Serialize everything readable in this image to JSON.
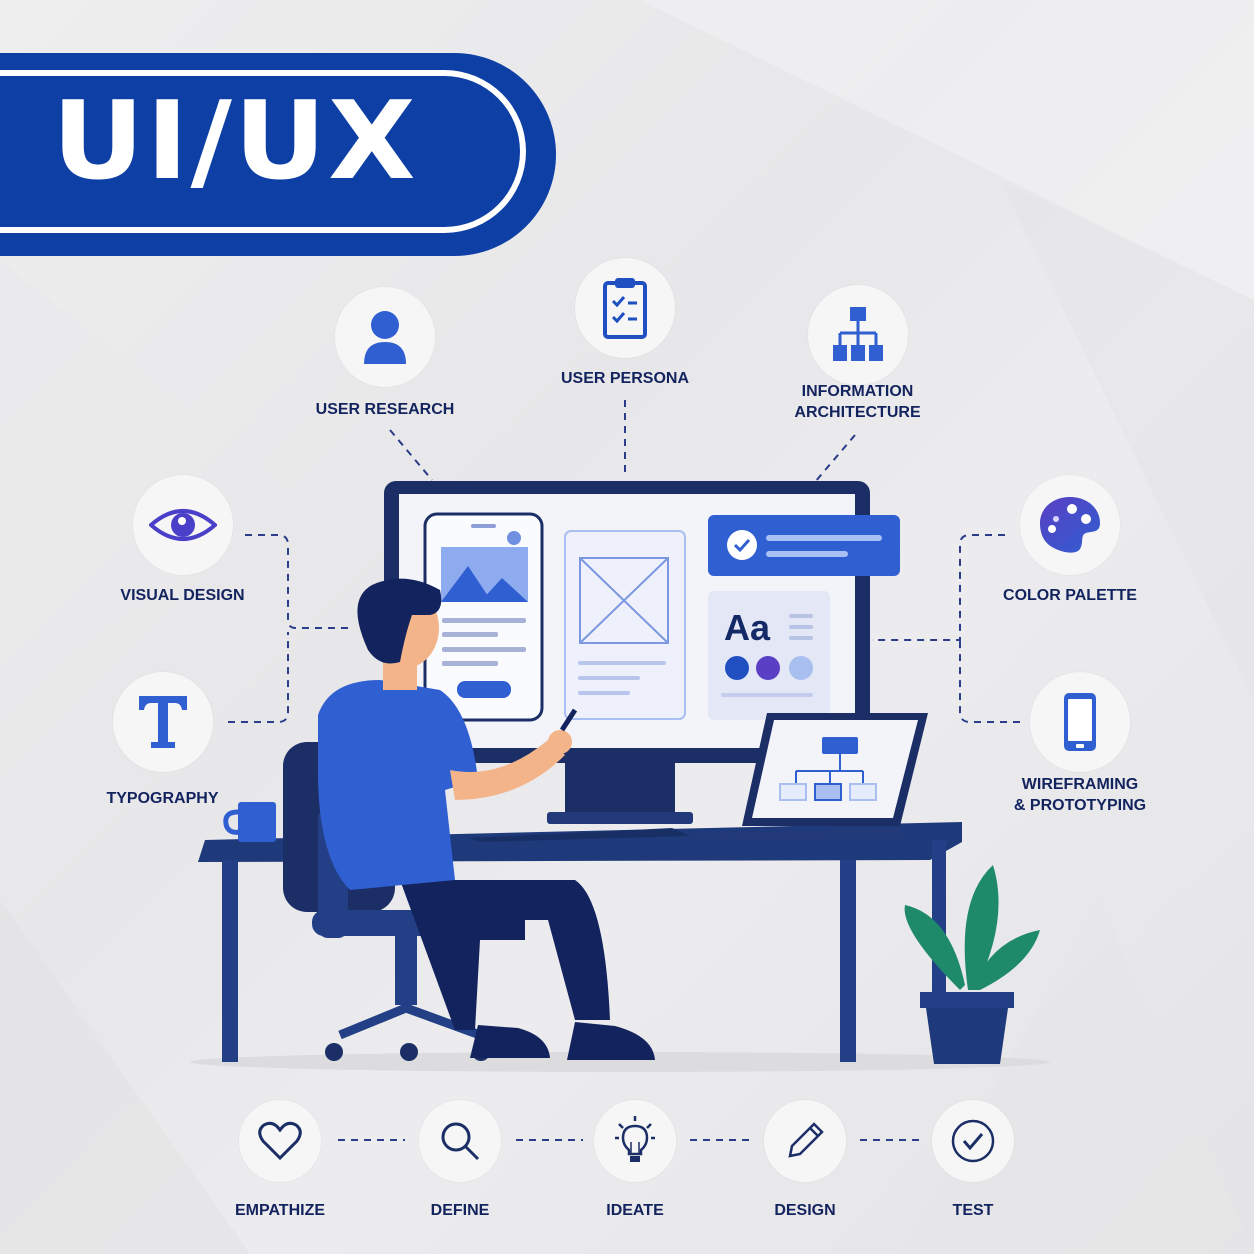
{
  "banner": {
    "title": "UI/UX"
  },
  "topics": [
    {
      "id": "user-research",
      "label": "USER RESEARCH",
      "icon": "user-icon"
    },
    {
      "id": "user-persona",
      "label": "USER PERSONA",
      "icon": "clipboard-checklist-icon"
    },
    {
      "id": "information-architecture",
      "label_line1": "INFORMATION",
      "label_line2": "ARCHITECTURE",
      "icon": "sitemap-icon"
    },
    {
      "id": "visual-design",
      "label": "VISUAL DESIGN",
      "icon": "eye-icon"
    },
    {
      "id": "typography",
      "label": "TYPOGRAPHY",
      "icon": "typography-t-icon"
    },
    {
      "id": "color-palette",
      "label": "COLOR PALETTE",
      "icon": "palette-icon"
    },
    {
      "id": "wireframing",
      "label_line1": "WIREFRAMING",
      "label_line2": "& PROTOTYPING",
      "icon": "smartphone-icon"
    }
  ],
  "process_steps": [
    {
      "label": "EMPATHIZE",
      "icon": "heart-icon"
    },
    {
      "label": "DEFINE",
      "icon": "magnifier-icon"
    },
    {
      "label": "IDEATE",
      "icon": "lightbulb-icon"
    },
    {
      "label": "DESIGN",
      "icon": "pencil-icon"
    },
    {
      "label": "TEST",
      "icon": "check-circle-icon"
    }
  ],
  "screen": {
    "typography_sample": "Aa"
  },
  "colors": {
    "brand_blue": "#0d3fa5",
    "accent_blue": "#2f5fd0",
    "navy": "#1b2f66",
    "text_navy": "#13235e",
    "purple": "#5a3fc4",
    "light_blue": "#a9bff0",
    "plant_green": "#1f8a6a",
    "skin": "#f4b48a"
  }
}
